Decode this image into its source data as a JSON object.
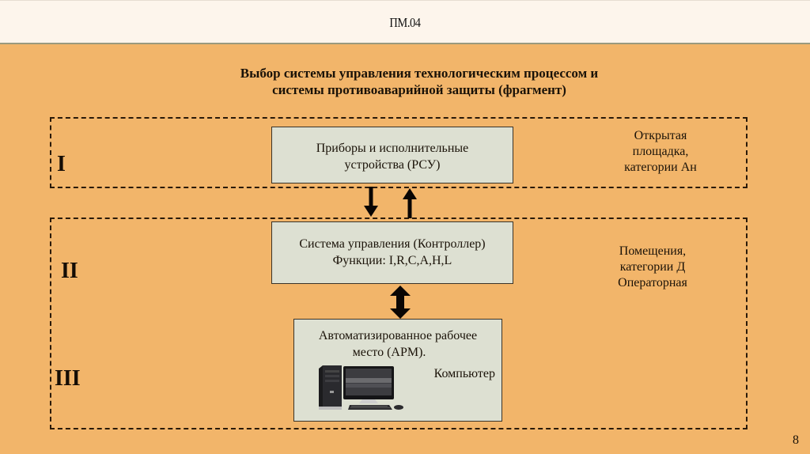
{
  "header": {
    "title": "ПМ.04"
  },
  "slide": {
    "title_line1": "Выбор системы управления технологическим процессом и",
    "title_line2": "системы противоаварийной защиты (фрагмент)",
    "page_number": "8"
  },
  "zones": [
    {
      "roman": "I",
      "note_lines": [
        "Открытая",
        "площадка,",
        "категории Ан"
      ]
    },
    {
      "roman": "II",
      "note_lines": [
        "Помещения,",
        "категории Д",
        "Операторная"
      ]
    },
    {
      "roman": "III"
    }
  ],
  "boxes": {
    "rsu": {
      "line1": "Приборы и исполнительные",
      "line2": "устройства (РСУ)"
    },
    "controller": {
      "line1": "Система управления (Контроллер)",
      "line2": "Функции: I,R,C,A,H,L"
    },
    "arm": {
      "line1": "Автоматизированное рабочее",
      "line2": "место (АРМ).",
      "line3": "Компьютер",
      "icon": "desktop-computer-icon"
    }
  },
  "colors": {
    "background": "#f2b56a",
    "header_bg": "#fdf5ec",
    "box_fill": "#dde0d2",
    "line": "#2a1a0a"
  }
}
